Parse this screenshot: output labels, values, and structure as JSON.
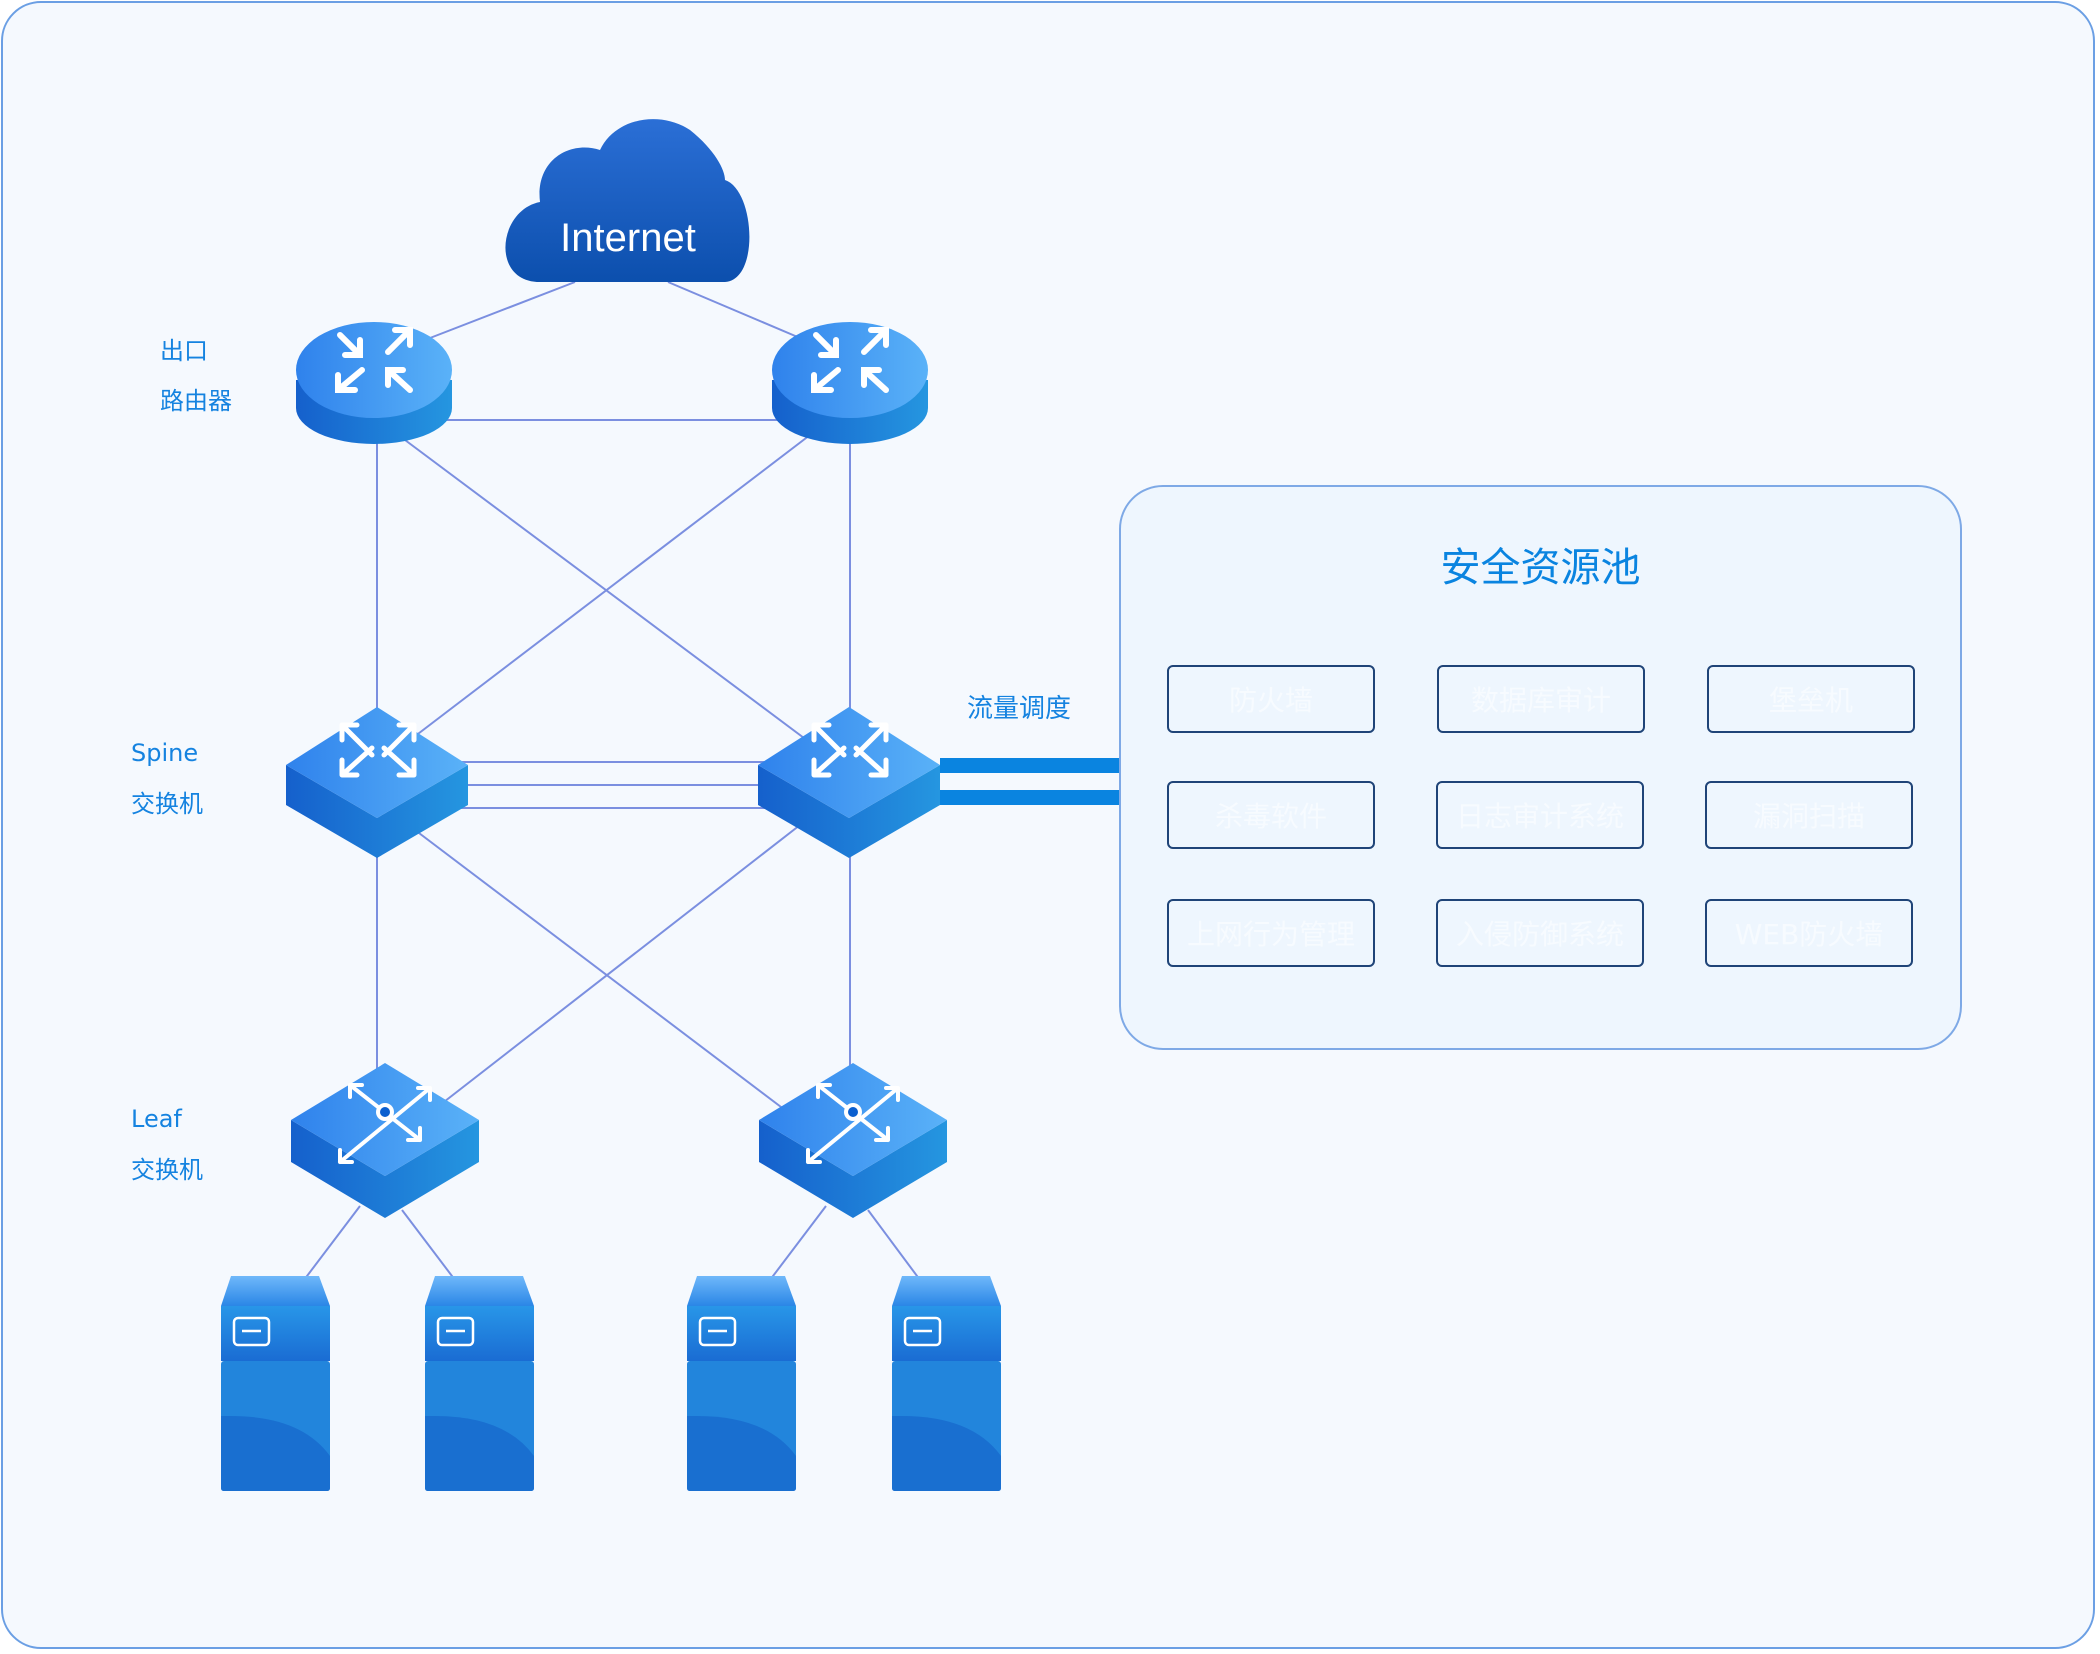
{
  "cloud": {
    "label": "Internet"
  },
  "layers": {
    "router": {
      "line1": "出口",
      "line2": "路由器"
    },
    "spine": {
      "line1": "Spine",
      "line2": "交换机"
    },
    "leaf": {
      "line1": "Leaf",
      "line2": "交换机"
    }
  },
  "traffic_label": "流量调度",
  "security_pool": {
    "title": "安全资源池",
    "services": [
      "防火墙",
      "数据库审计",
      "堡垒机",
      "杀毒软件",
      "日志审计系统",
      "漏洞扫描",
      "上网行为管理",
      "入侵防御系统",
      "WEB防火墙"
    ]
  },
  "colors": {
    "accent": "#0a84e0",
    "link": "#7b8fe0",
    "frame_border": "#6b9fe4",
    "device_blue": "#2a7fe0",
    "service_border": "#1f4478"
  }
}
